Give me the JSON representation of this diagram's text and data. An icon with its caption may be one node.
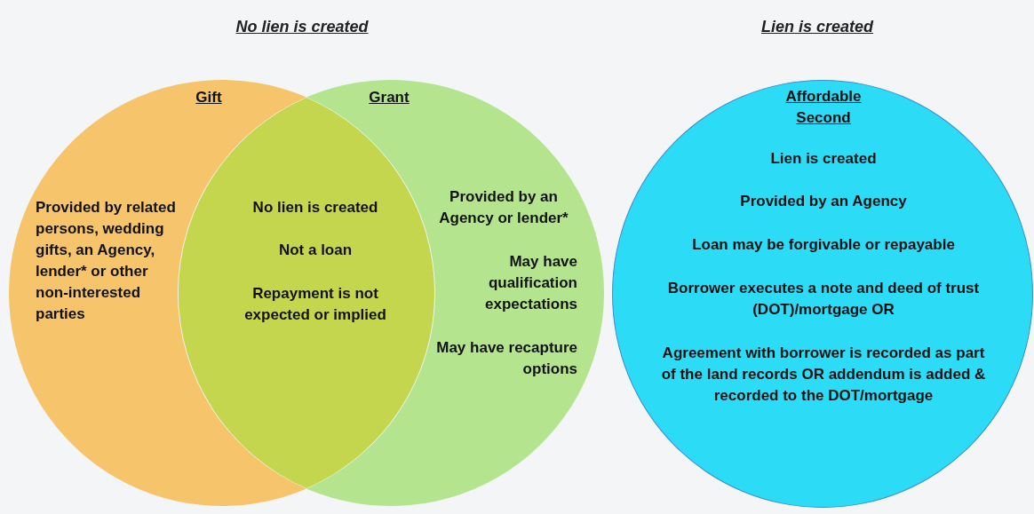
{
  "diagram": {
    "nodes": [
      {
        "text": [
          "Gift",
          "Provided by related persons, wedding gifts, an Agency, lender* or other non-interested parties"
        ]
      },
      {
        "text": [
          "Grant",
          "Provided by an Agency or lender*",
          "May have qualification expectations",
          "May have recapture options"
        ]
      },
      {
        "text": [
          "No lien is created",
          "Not a loan",
          "Repayment is not expected or implied"
        ]
      },
      {
        "text": [
          "Affordable Second",
          "Lien is created",
          "Provided by an Agency",
          "Loan may be forgivable or repayable",
          "Borrower executes a note and deed of trust (DOT)/mortgage OR",
          "Agreement with borrower is recorded as part of the land records OR addendum is added & recorded to the DOT/mortgage"
        ]
      }
    ],
    "edges": [],
    "labels": [
      "No lien is created",
      "Lien is created"
    ]
  }
}
